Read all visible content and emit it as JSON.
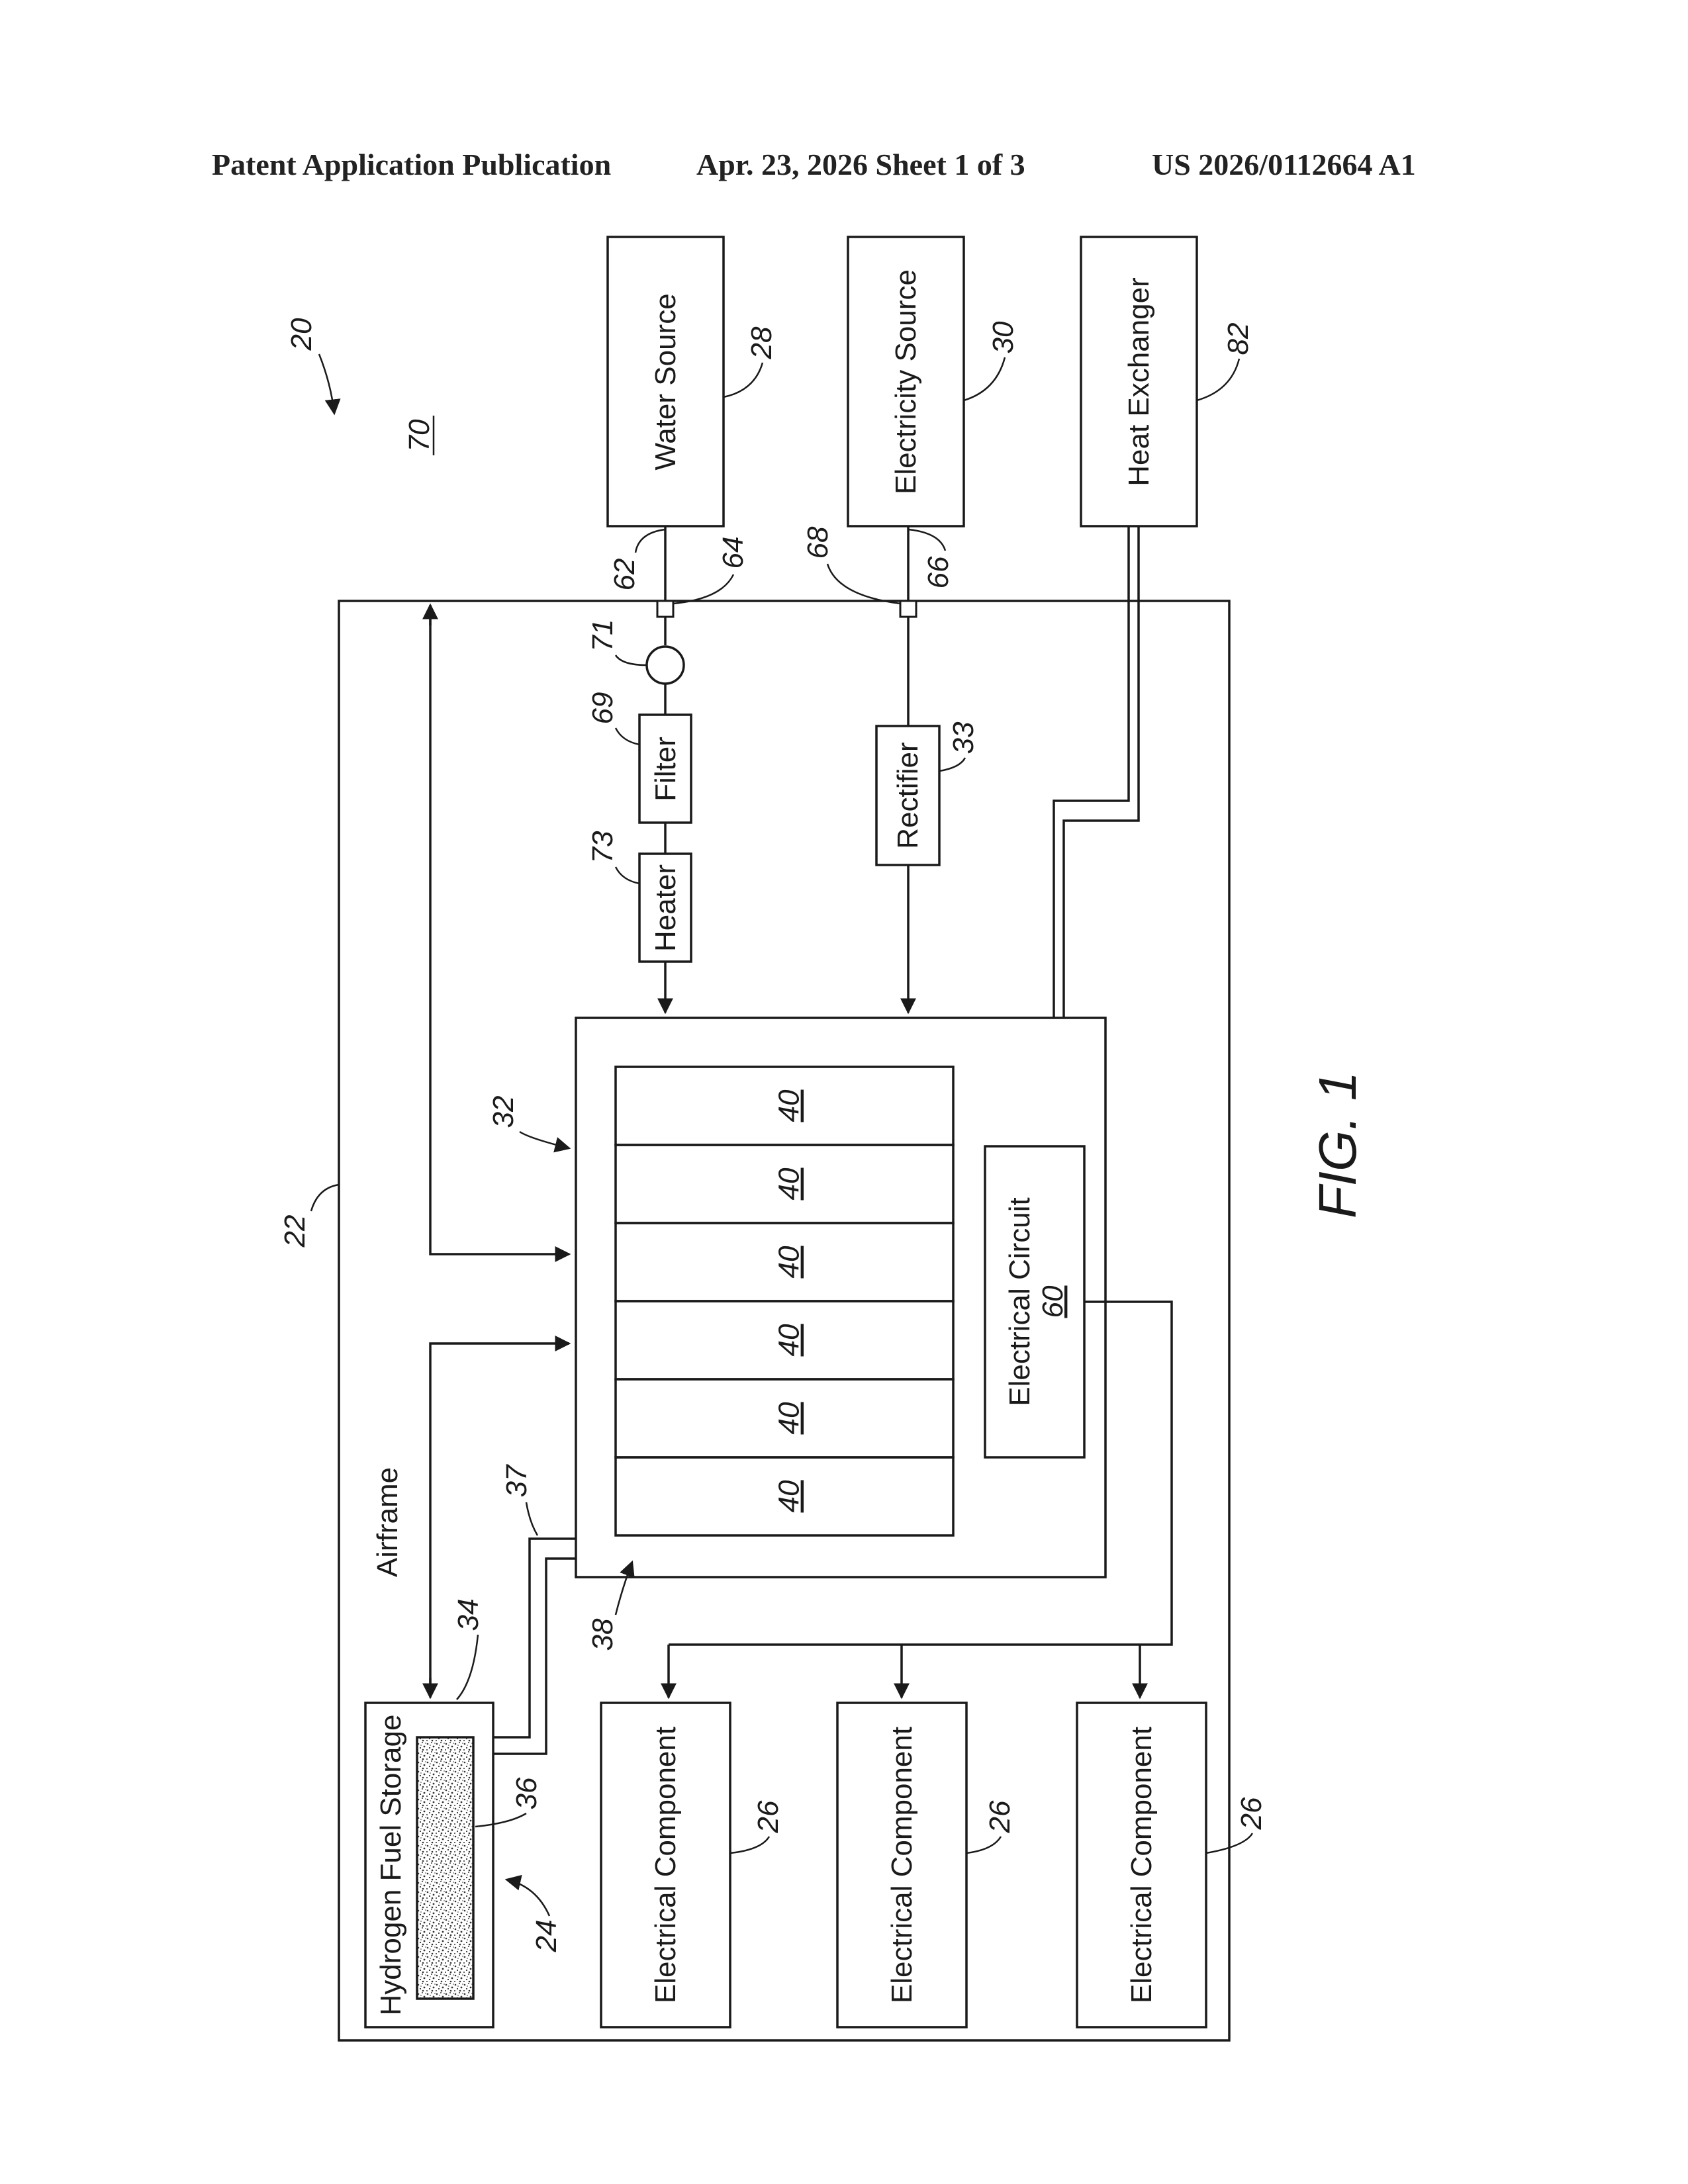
{
  "header": {
    "left": "Patent Application Publication",
    "middle": "Apr. 23, 2026  Sheet 1 of 3",
    "right": "US 2026/0112664 A1"
  },
  "figure_label": "FIG. 1",
  "labels": {
    "water_source": "Water Source",
    "electricity_source": "Electricity Source",
    "heat_exchanger": "Heat Exchanger",
    "filter": "Filter",
    "heater": "Heater",
    "rectifier": "Rectifier",
    "electrical_circuit": "Electrical Circuit",
    "airframe": "Airframe",
    "hydrogen_fuel_storage": "Hydrogen Fuel Storage",
    "electrical_component": "Electrical Component"
  },
  "refs": {
    "system": "20",
    "airframe": "22",
    "storage_assembly": "24",
    "component": "26",
    "water_source": "28",
    "electricity_source": "30",
    "electrolyzer": "32",
    "rectifier": "33",
    "hydrogen_fuel_storage": "34",
    "media": "36",
    "conduit": "37",
    "stack": "38",
    "cell": "40",
    "circuit": "60",
    "water_line": "62",
    "water_port": "64",
    "power_line": "66",
    "power_port": "68",
    "filter": "69",
    "environment": "70",
    "pump": "71",
    "heater": "73",
    "heat_exchanger": "82"
  }
}
